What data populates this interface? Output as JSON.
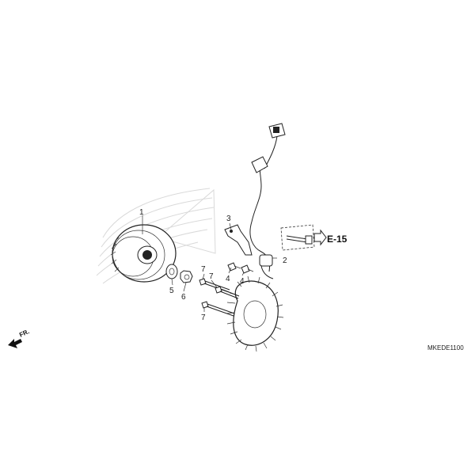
{
  "diagram": {
    "callouts": {
      "c1": "1",
      "c2": "2",
      "c3": "3",
      "c4a": "4",
      "c4b": "4",
      "c5": "5",
      "c6": "6",
      "c7a": "7",
      "c7b": "7",
      "c7c": "7"
    },
    "reference_label": "E-15",
    "front_label": "FR.",
    "diagram_code": "MKEDE1100"
  }
}
